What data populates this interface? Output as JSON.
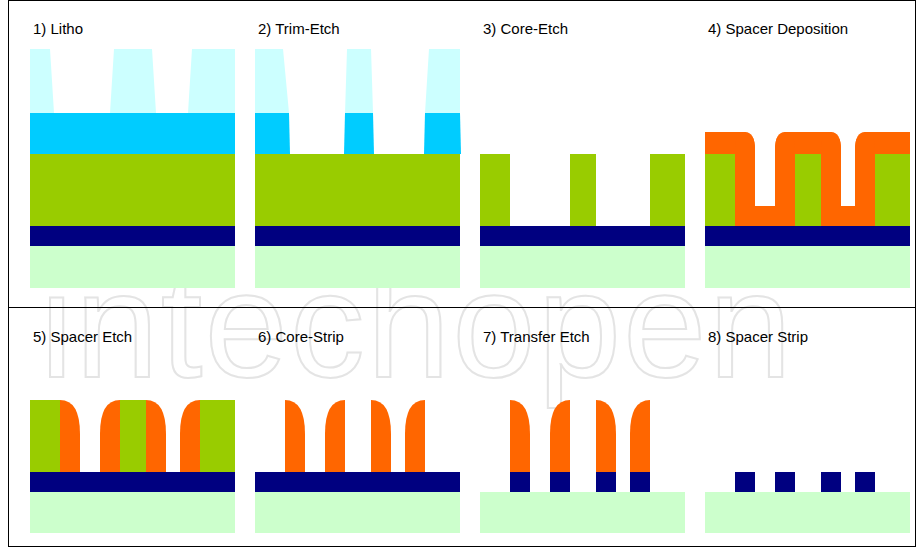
{
  "diagram": {
    "labels": [
      "1) Litho",
      "2) Trim-Etch",
      "3) Core-Etch",
      "4) Spacer Deposition",
      "5) Spacer Etch",
      "6) Core-Strip",
      "7) Transfer Etch",
      "8) Spacer Strip",
      "intechopen"
    ]
  }
}
